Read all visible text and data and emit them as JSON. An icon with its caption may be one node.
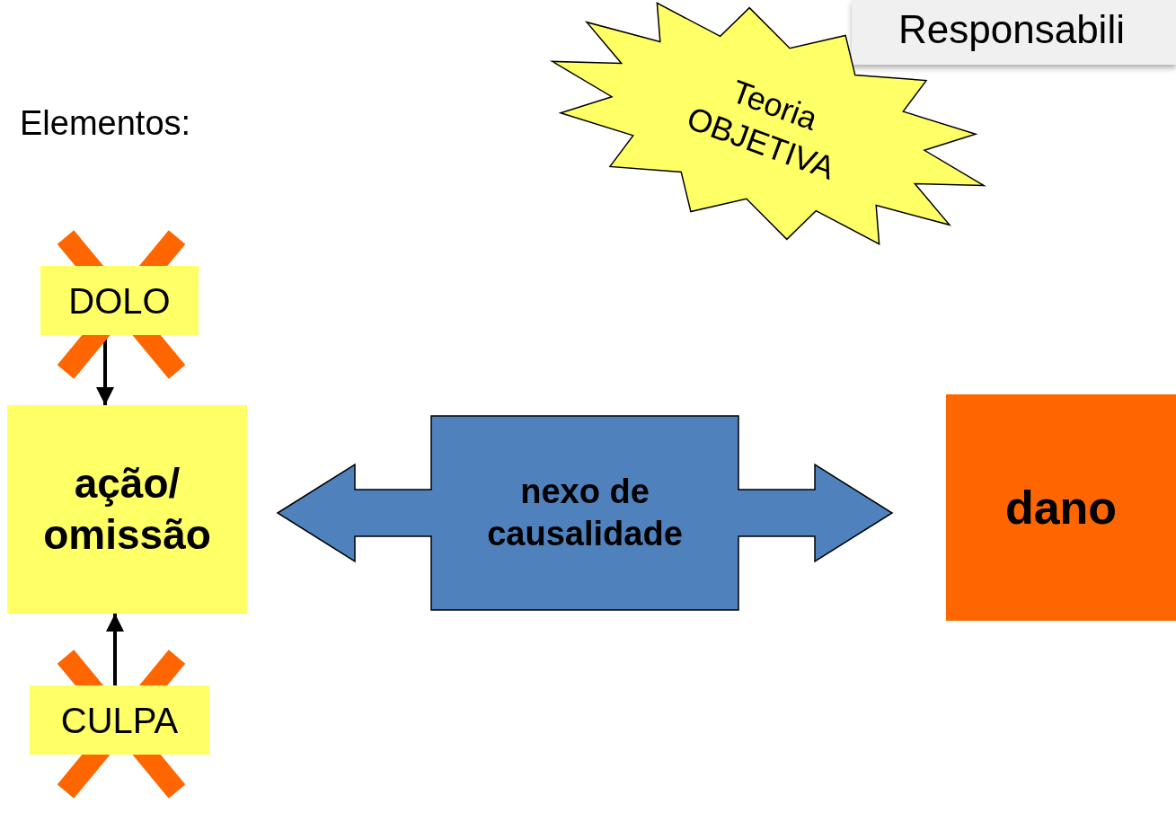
{
  "diagram": {
    "title": "Responsabili",
    "nodes": [
      {
        "text": [
          "DOLO"
        ]
      },
      {
        "text": [
          "ação/ omissão"
        ]
      },
      {
        "text": [
          "CULPA"
        ]
      },
      {
        "text": [
          "nexo de causalidade"
        ]
      },
      {
        "text": [
          "dano"
        ]
      },
      {
        "text": [
          "Teoria OBJETIVA"
        ]
      }
    ],
    "edges": [
      {
        "from": 0,
        "to": 1,
        "arrow": "to"
      },
      {
        "from": 2,
        "to": 1,
        "arrow": "to"
      }
    ],
    "labels": [
      "Elementos:"
    ]
  }
}
